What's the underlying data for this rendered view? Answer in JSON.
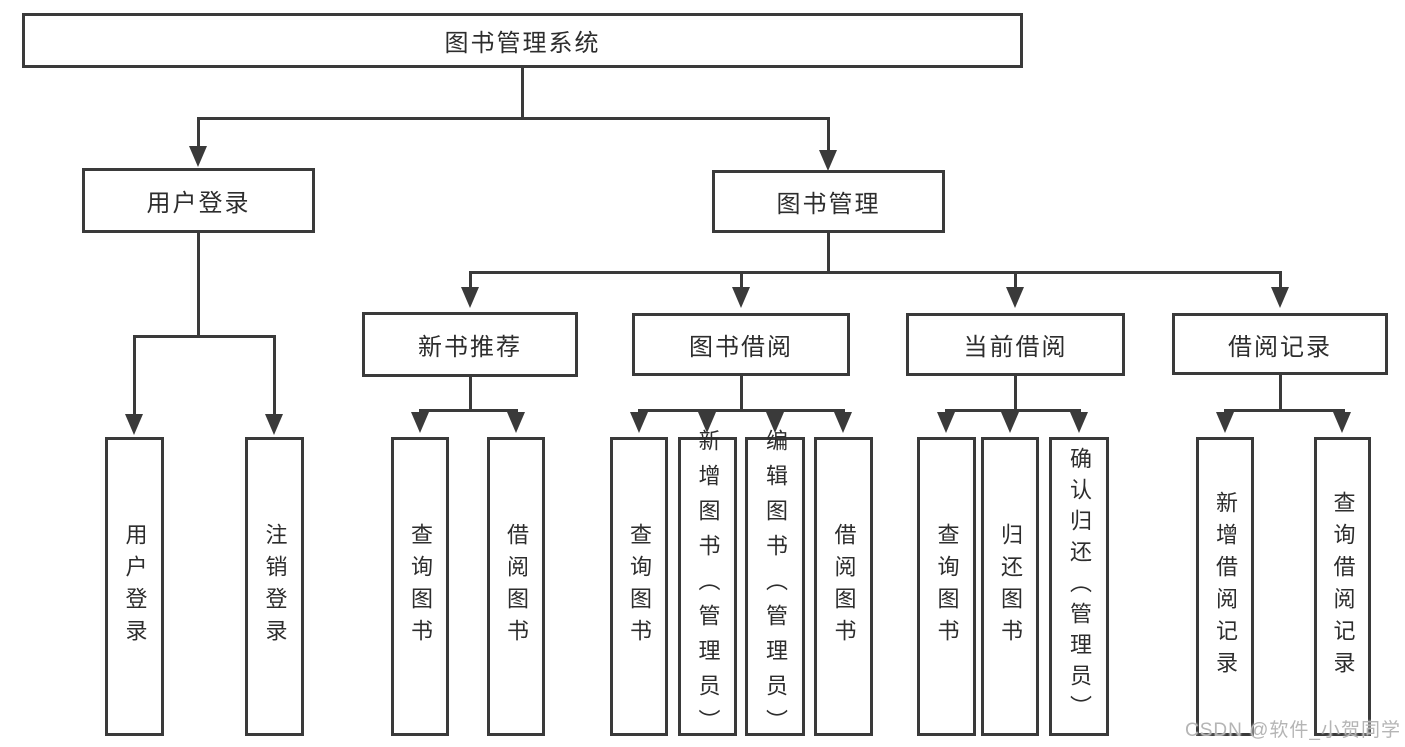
{
  "colors": {
    "line": "#3a3a3a",
    "text": "#2d2d2d",
    "watermark": "#b5b5b5",
    "background": "#ffffff"
  },
  "watermark": {
    "text": "CSDN @软件_小贺同学"
  },
  "tree": {
    "root": {
      "label": "图书管理系统"
    },
    "branches": [
      {
        "label": "用户登录",
        "children": [
          {
            "label": "用户登录"
          },
          {
            "label": "注销登录"
          }
        ]
      },
      {
        "label": "图书管理",
        "children": [
          {
            "label": "新书推荐",
            "children": [
              {
                "label": "查询图书"
              },
              {
                "label": "借阅图书"
              }
            ]
          },
          {
            "label": "图书借阅",
            "children": [
              {
                "label": "查询图书"
              },
              {
                "label": "新增图书（管理员）"
              },
              {
                "label": "编辑图书（管理员）"
              },
              {
                "label": "借阅图书"
              }
            ]
          },
          {
            "label": "当前借阅",
            "children": [
              {
                "label": "查询图书"
              },
              {
                "label": "归还图书"
              },
              {
                "label": "确认归还（管理员）"
              }
            ]
          },
          {
            "label": "借阅记录",
            "children": [
              {
                "label": "新增借阅记录"
              },
              {
                "label": "查询借阅记录"
              }
            ]
          }
        ]
      }
    ]
  }
}
